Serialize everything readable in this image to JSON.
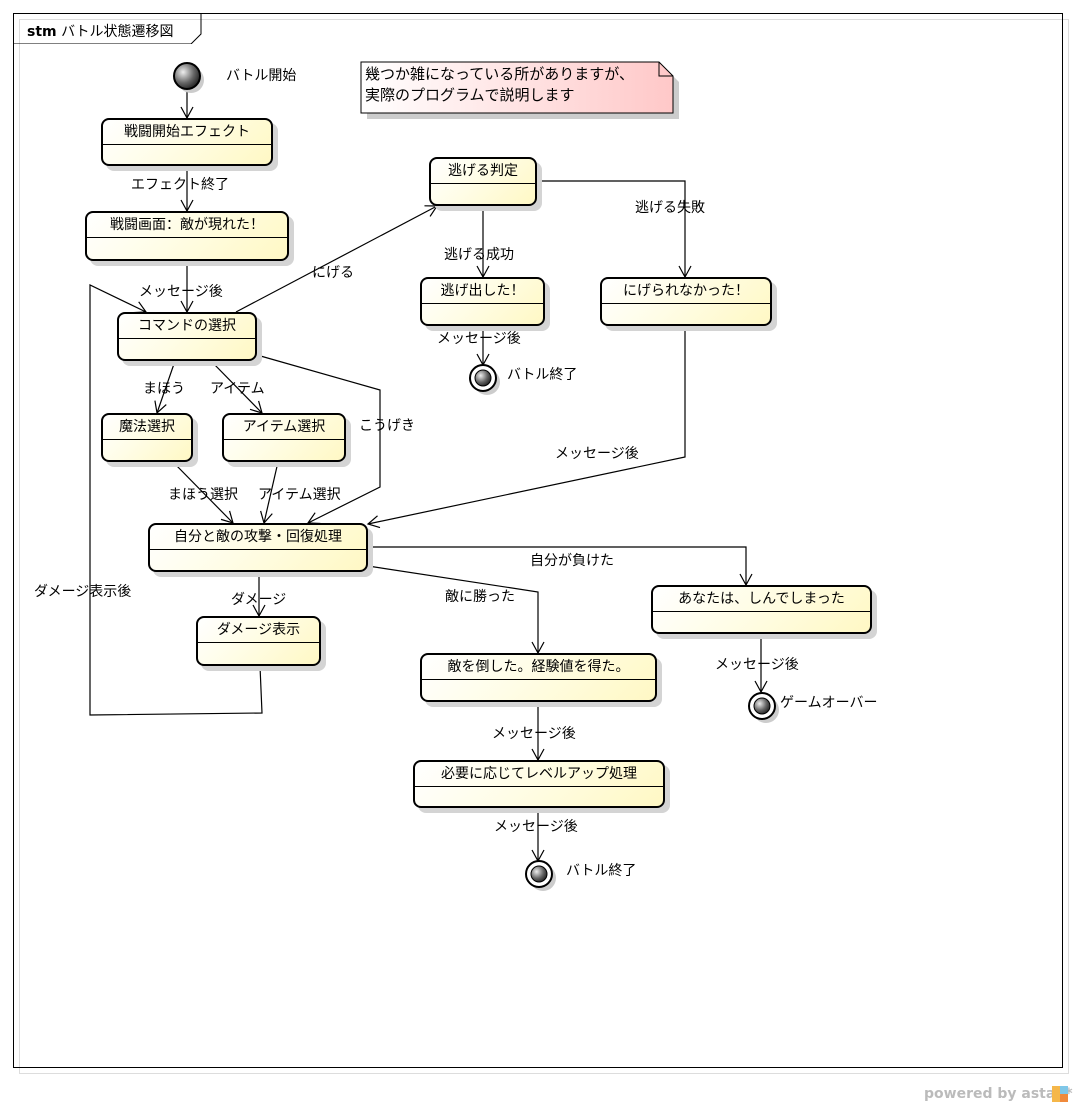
{
  "frame": {
    "kind": "stm",
    "title": "バトル状態遷移図"
  },
  "note": {
    "lines": [
      "幾つか雑になっている所がありますが、",
      "実際のプログラムで説明します"
    ],
    "fill_start": "#ffffff",
    "fill_end": "#ffc8c8"
  },
  "pseudostates": {
    "initial_label": "バトル開始",
    "final_escape_label": "バトル終了",
    "final_win_label": "バトル終了",
    "final_gameover_label": "ゲームオーバー"
  },
  "states": {
    "battle_start_effect": "戦闘開始エフェクト",
    "battle_screen": "戦闘画面：敵が現れた！",
    "command_select": "コマンドの選択",
    "magic_select": "魔法選択",
    "item_select": "アイテム選択",
    "attack_heal": "自分と敵の攻撃・回復処理",
    "damage_display": "ダメージ表示",
    "escape_judge": "逃げる判定",
    "escaped": "逃げ出した！",
    "escape_failed": "にげられなかった！",
    "defeated_enemy": "敵を倒した。経験値を得た。",
    "level_up": "必要に応じてレベルアップ処理",
    "you_died": "あなたは、しんでしまった"
  },
  "transitions": {
    "effect_end": "エフェクト終了",
    "after_message_1": "メッセージ後",
    "run": "にげる",
    "magic": "まほう",
    "item": "アイテム",
    "attack": "こうげき",
    "magic_selected": "まほう選択",
    "item_selected": "アイテム選択",
    "damage": "ダメージ",
    "after_damage_display": "ダメージ表示後",
    "escape_success": "逃げる成功",
    "escape_fail": "逃げる失敗",
    "after_message_escaped": "メッセージ後",
    "after_message_failed": "メッセージ後",
    "won": "敵に勝った",
    "lost": "自分が負けた",
    "after_message_won": "メッセージ後",
    "after_message_levelup": "メッセージ後",
    "after_message_died": "メッセージ後"
  },
  "footer": {
    "powered_by": "powered by astah*"
  },
  "colors": {
    "state_fill": "#fff8c4",
    "line": "#000000",
    "shadow": "#d4d4d4",
    "powered_text": "#bbbbbb"
  }
}
